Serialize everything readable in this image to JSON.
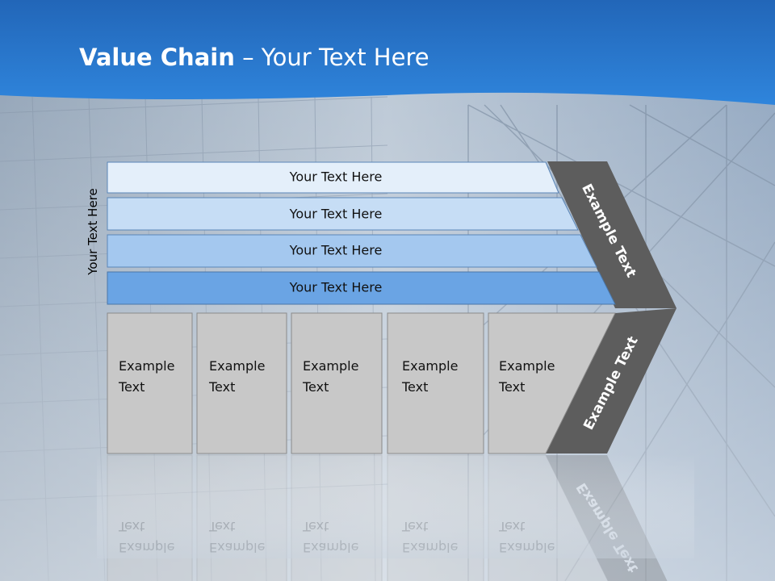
{
  "title": {
    "bold": "Value Chain",
    "rest": " – Your Text Here"
  },
  "side_label": "Your Text Here",
  "rows": [
    {
      "label": "Your Text Here",
      "color": "#e4effa"
    },
    {
      "label": "Your Text Here",
      "color": "#c6ddf5"
    },
    {
      "label": "Your Text Here",
      "color": "#a4c8ef"
    },
    {
      "label": "Your Text Here",
      "color": "#6aa4e4"
    }
  ],
  "boxes": [
    {
      "line1": "Example",
      "line2": "Text"
    },
    {
      "line1": "Example",
      "line2": "Text"
    },
    {
      "line1": "Example",
      "line2": "Text"
    },
    {
      "line1": "Example",
      "line2": "Text"
    },
    {
      "line1": "Example",
      "line2": "Text"
    }
  ],
  "arrow": {
    "upper": "Example Text",
    "lower": "Example Text",
    "color": "#5d5d5d"
  },
  "colors": {
    "header": "#1e6fcf",
    "box_fill": "#c8c8c8"
  }
}
